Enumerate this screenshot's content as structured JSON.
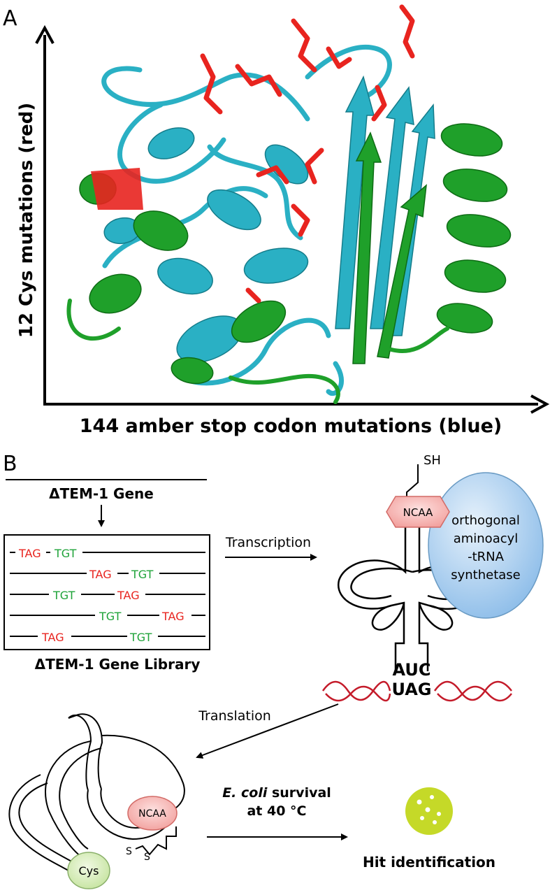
{
  "panel_a": {
    "label": "A",
    "y_axis_label": "12 Cys mutations (red)",
    "x_axis_label": "144 amber stop codon mutations (blue)"
  },
  "panel_b": {
    "label": "B",
    "gene_title": "ΔTEM-1 Gene",
    "library_rows": [
      {
        "tag": "TAG",
        "tgt": "TGT"
      },
      {
        "tag": "TAG",
        "tgt": "TGT"
      },
      {
        "tag": "TAG",
        "tgt": "TGT"
      },
      {
        "tag": "TAG",
        "tgt": "TGT"
      },
      {
        "tag": "TAG",
        "tgt": "TGT"
      }
    ],
    "library_caption": "ΔTEM-1  Gene Library",
    "transcription_label": "Transcription",
    "sh_label": "SH",
    "ncaa_label": "NCAA",
    "synthetase_lines": [
      "orthogonal",
      "aminoacyl",
      "-tRNA",
      "synthetase"
    ],
    "anticodon": "AUC",
    "codon": "UAG",
    "translation_label": "Translation",
    "protein_ncaa_label": "NCAA",
    "cys_label": "Cys",
    "disulfide_s1": "S",
    "disulfide_s2": "S",
    "survival_line1_italic": "E. coli",
    "survival_line1_rest": " survival",
    "survival_line2": "at 40 °C",
    "hit_label": "Hit identification"
  },
  "colors": {
    "cyan_ribbon": "#2ab0c4",
    "green_ribbon": "#1fa02a",
    "red_mutation": "#e8241f",
    "tag_red": "#e8241f",
    "tgt_green": "#1fa339",
    "ncaa_pink": "#f4a9a6",
    "synthetase_blue": "#9cc6ec",
    "mrna_red": "#c41b2a",
    "cys_green": "#d4edb0",
    "plate_lime": "#c5d928"
  }
}
